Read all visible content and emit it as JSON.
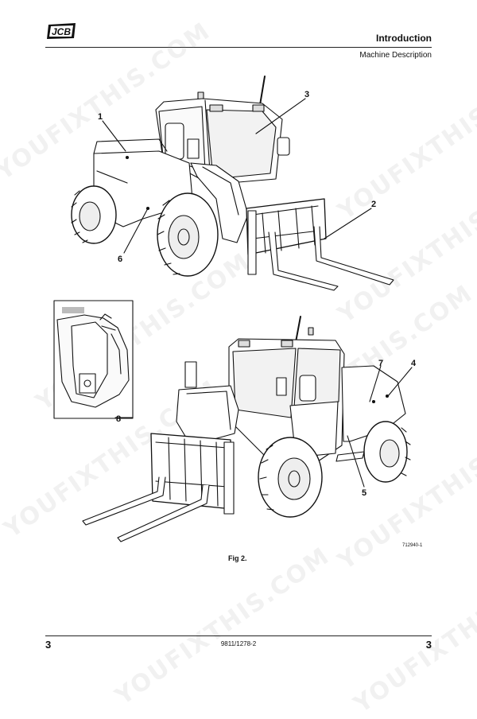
{
  "header": {
    "brand": "JCB",
    "title": "Introduction",
    "subtitle": "Machine Description"
  },
  "figure": {
    "callouts": [
      "1",
      "2",
      "3",
      "4",
      "5",
      "6",
      "7",
      "8"
    ],
    "code": "712940-1",
    "caption": "Fig 2."
  },
  "footer": {
    "page_left": "3",
    "doc_number": "9811/1278-2",
    "page_right": "3"
  },
  "watermark": "YOUFIXTHIS.COM"
}
